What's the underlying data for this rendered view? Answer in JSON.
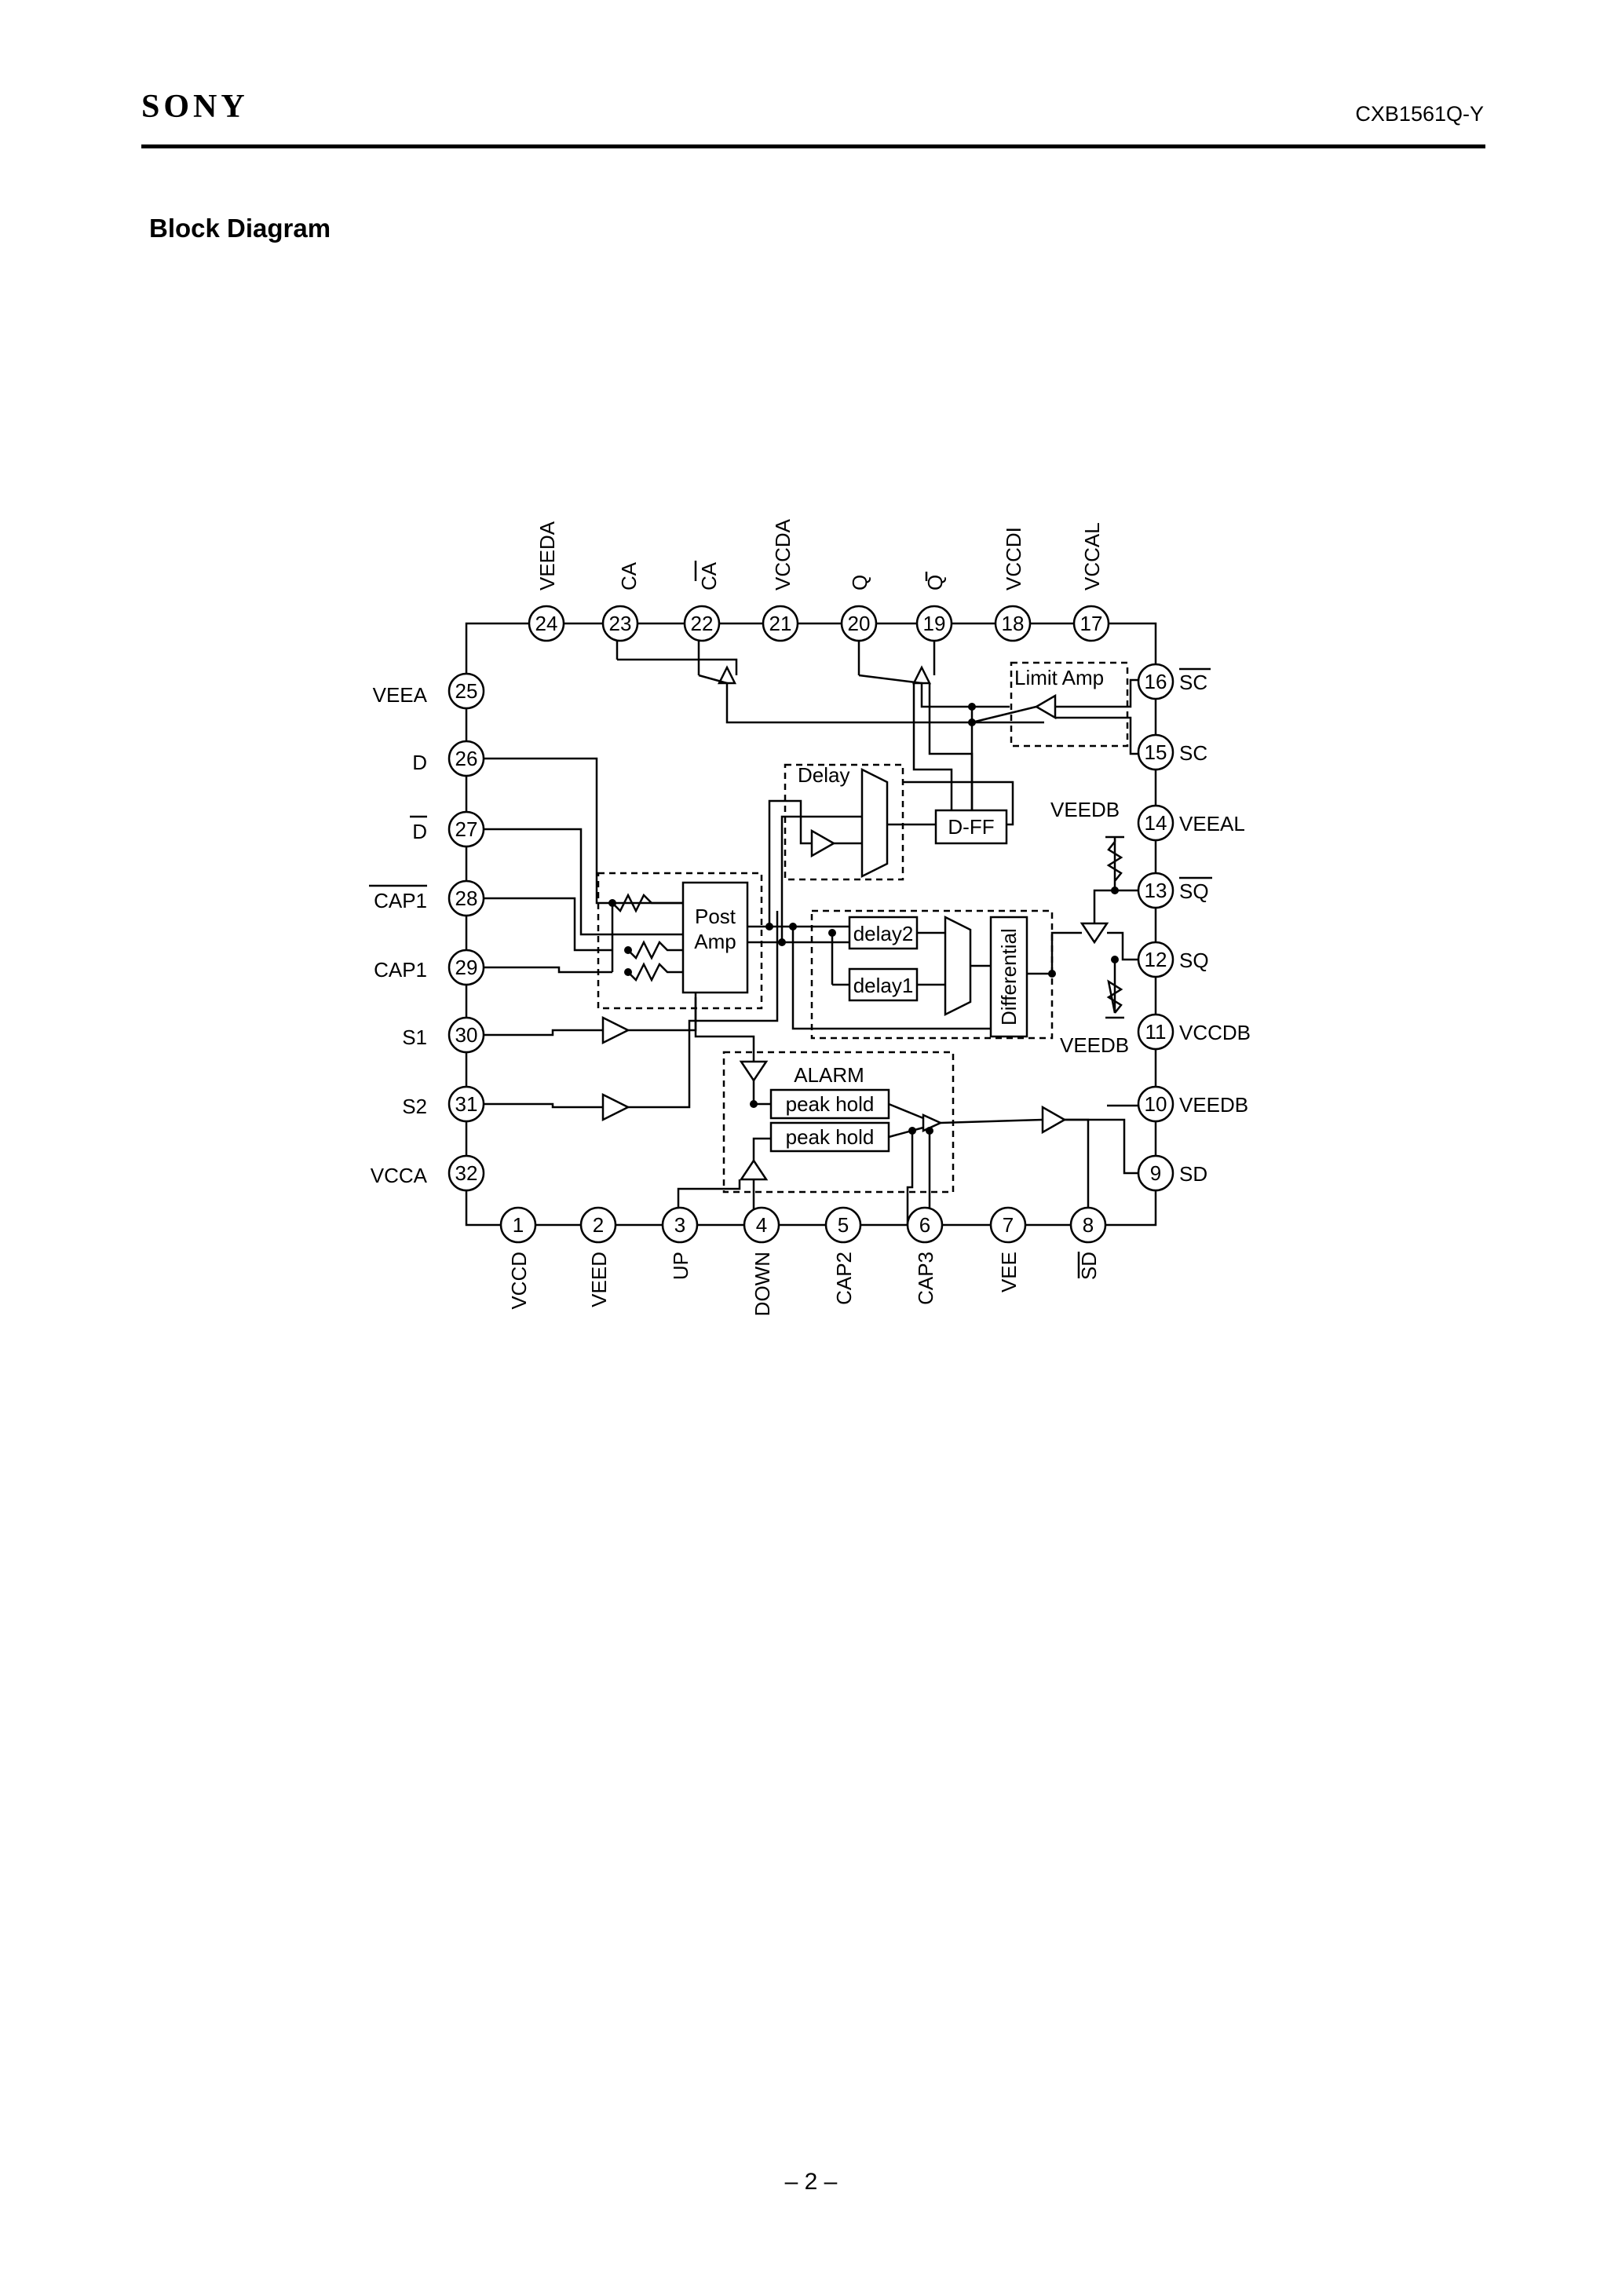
{
  "header": {
    "brand": "SONY",
    "part_number": "CXB1561Q-Y"
  },
  "section_title": "Block Diagram",
  "page_number": "– 2 –",
  "blocks": {
    "limit_amp": "Limit Amp",
    "delay": "Delay",
    "dff": "D-FF",
    "post_amp_line1": "Post",
    "post_amp_line2": "Amp",
    "delay2": "delay2",
    "delay1": "delay1",
    "differential": "Differential",
    "alarm": "ALARM",
    "peak_hold_1": "peak hold",
    "peak_hold_2": "peak hold",
    "veedb_label_1": "VEEDB",
    "veedb_label_2": "VEEDB"
  },
  "pins": {
    "top": [
      {
        "num": "24",
        "name": "VEEDA"
      },
      {
        "num": "23",
        "name": "CA"
      },
      {
        "num": "22",
        "name": "CA"
      },
      {
        "num": "21",
        "name": "VCCDA"
      },
      {
        "num": "20",
        "name": "Q"
      },
      {
        "num": "19",
        "name": "Q"
      },
      {
        "num": "18",
        "name": "VCCDI"
      },
      {
        "num": "17",
        "name": "VCCAL"
      }
    ],
    "left": [
      {
        "num": "25",
        "name": "VEEA"
      },
      {
        "num": "26",
        "name": "D"
      },
      {
        "num": "27",
        "name": "D"
      },
      {
        "num": "28",
        "name": "CAP1"
      },
      {
        "num": "29",
        "name": "CAP1"
      },
      {
        "num": "30",
        "name": "S1"
      },
      {
        "num": "31",
        "name": "S2"
      },
      {
        "num": "32",
        "name": "VCCA"
      }
    ],
    "right": [
      {
        "num": "16",
        "name": "SC"
      },
      {
        "num": "15",
        "name": "SC"
      },
      {
        "num": "14",
        "name": "VEEAL"
      },
      {
        "num": "13",
        "name": "SQ"
      },
      {
        "num": "12",
        "name": "SQ"
      },
      {
        "num": "11",
        "name": "VCCDB"
      },
      {
        "num": "10",
        "name": "VEEDB"
      },
      {
        "num": "9",
        "name": "SD"
      }
    ],
    "bottom": [
      {
        "num": "1",
        "name": "VCCD"
      },
      {
        "num": "2",
        "name": "VEED"
      },
      {
        "num": "3",
        "name": "UP"
      },
      {
        "num": "4",
        "name": "DOWN"
      },
      {
        "num": "5",
        "name": "CAP2"
      },
      {
        "num": "6",
        "name": "CAP3"
      },
      {
        "num": "7",
        "name": "VEE"
      },
      {
        "num": "8",
        "name": "SD"
      }
    ]
  }
}
